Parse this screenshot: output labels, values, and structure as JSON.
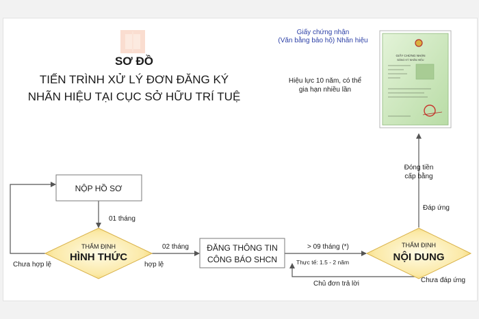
{
  "title": {
    "line1": "SƠ ĐỒ",
    "line2": "TIẾN TRÌNH XỬ LÝ ĐƠN ĐĂNG KÝ",
    "line3": "NHÃN HIỆU TẠI CỤC SỞ HỮU TRÍ TUỆ"
  },
  "certificate": {
    "label_line1": "Giấy chứng nhận",
    "label_line2": "(Văn bằng bảo hộ) Nhãn hiệu",
    "validity_line1": "Hiệu lực 10 năm, có thể",
    "validity_line2": "gia hạn nhiều lần",
    "doc_header1": "GIẤY CHỨNG NHẬN",
    "doc_header2": "ĐĂNG KÝ NHÃN HIỆU"
  },
  "steps": {
    "submit": "NỘP HỒ SƠ",
    "formal_small": "THẨM ĐỊNH",
    "formal_big": "HÌNH THỨC",
    "publish_line1": "ĐĂNG THÔNG TIN",
    "publish_line2": "CÔNG BÁO SHCN",
    "content_small": "THẨM ĐỊNH",
    "content_big": "NỘI DUNG"
  },
  "edges": {
    "one_month": "01 tháng",
    "two_months": "02 tháng",
    "nine_months": "> 09 tháng (*)",
    "actual": "Thực tế: 1.5 - 2 năm",
    "invalid": "Chưa hợp lệ",
    "valid": "hợp lệ",
    "applicant_reply": "Chủ đơn trả lời",
    "not_met": "Chưa đáp ứng",
    "met": "Đáp ứng",
    "pay_line1": "Đóng tiền",
    "pay_line2": "cấp bằng"
  },
  "colors": {
    "diamond_light": "#fffbe6",
    "diamond_dark": "#f2cf5a",
    "label_blue": "#2b3fa6",
    "certificate_green": "#c8e6b8",
    "line": "#555555"
  }
}
